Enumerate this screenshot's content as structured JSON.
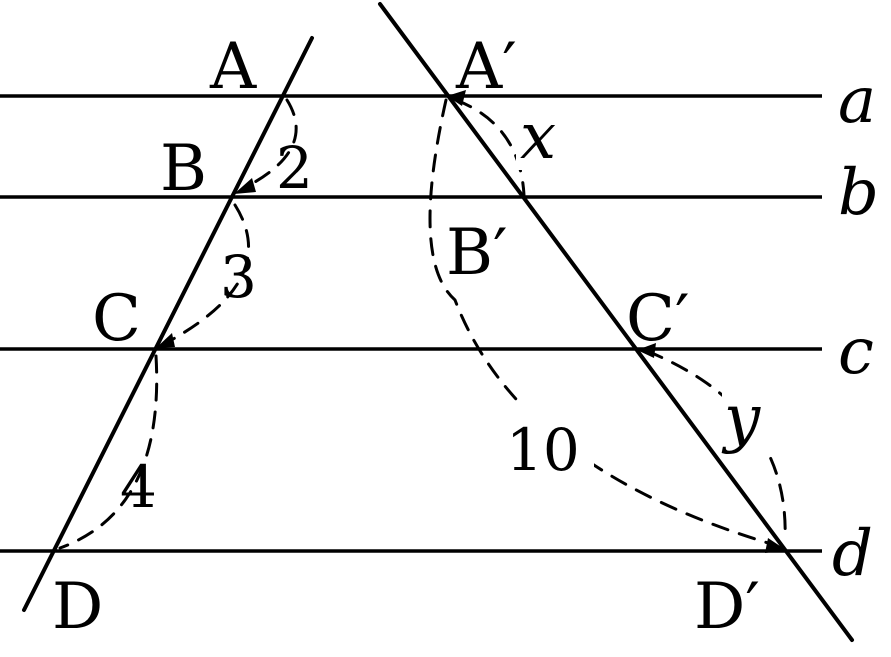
{
  "parallel_lines": [
    "a",
    "b",
    "c",
    "d"
  ],
  "left_points": [
    "A",
    "B",
    "C",
    "D"
  ],
  "right_points": [
    "A′",
    "B′",
    "C′",
    "D′"
  ],
  "left_segments": [
    "2",
    "3",
    "4"
  ],
  "right_segments": {
    "AB": "x",
    "AD": "10",
    "CD": "y"
  }
}
